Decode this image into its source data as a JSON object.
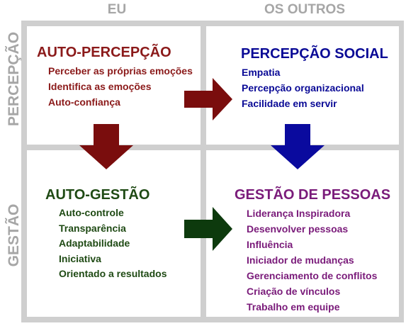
{
  "columns": {
    "self": "EU",
    "others": "OS OUTROS"
  },
  "rows": {
    "perception": "PERCEPÇÃO",
    "management": "GESTÃO"
  },
  "quadrants": {
    "self_perception": {
      "title": "AUTO-PERCEPÇÃO",
      "color": "#8b1a1a",
      "items": [
        "Perceber as próprias emoções",
        "Identifica as emoções",
        "Auto-confiança"
      ]
    },
    "social_perception": {
      "title": "PERCEPÇÃO SOCIAL",
      "color": "#0a0a96",
      "items": [
        "Empatia",
        "Percepção organizacional",
        "Facilidade em servir"
      ]
    },
    "self_management": {
      "title": "AUTO-GESTÃO",
      "color": "#1f4a14",
      "items": [
        "Auto-controle",
        "Transparência",
        "Adaptabilidade",
        "Iniciativa",
        "Orientado a resultados"
      ]
    },
    "people_management": {
      "title": "GESTÃO DE PESSOAS",
      "color": "#7a1b7a",
      "items": [
        "Liderança Inspiradora",
        "Desenvolver pessoas",
        "Influência",
        "Iniciador de mudanças",
        "Gerenciamento de conflitos",
        "Criação de vínculos",
        "Trabalho em equipe"
      ]
    }
  },
  "colors": {
    "header_gray": "#a6a6a6",
    "grid_gray": "#cfcfcf",
    "arrow_red": "#7a0d0d",
    "arrow_blue": "#0a0a9e",
    "arrow_green": "#0d3a0d"
  }
}
